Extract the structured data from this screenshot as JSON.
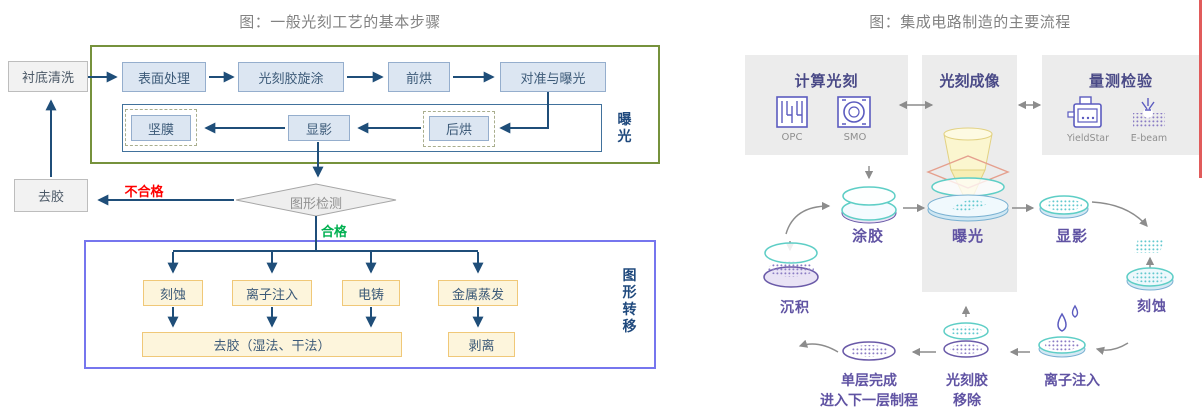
{
  "left": {
    "title": "图：一般光刻工艺的基本步骤",
    "boxes": {
      "substrate_clean": "衬底清洗",
      "surface_treat": "表面处理",
      "spin_coat": "光刻胶旋涂",
      "soft_bake": "前烘",
      "align_expose": "对准与曝光",
      "hard_bake": "坚膜",
      "develop": "显影",
      "post_bake": "后烘",
      "strip": "去胶",
      "inspect": "图形检测",
      "etch": "刻蚀",
      "ion_implant": "离子注入",
      "electroform": "电铸",
      "metal_evap": "金属蒸发",
      "strip_wet_dry": "去胶（湿法、干法）",
      "liftoff": "剥离"
    },
    "labels": {
      "fail": "不合格",
      "pass": "合格",
      "exposure_group": "曝光",
      "transfer_group": "图形转移"
    }
  },
  "right": {
    "title": "图：集成电路制造的主要流程",
    "panels": {
      "comp_litho": {
        "title": "计算光刻",
        "item1": "OPC",
        "item2": "SMO"
      },
      "litho_imaging": {
        "title": "光刻成像"
      },
      "metrology": {
        "title": "量测检验",
        "item1": "YieldStar",
        "item2": "E-beam"
      }
    },
    "steps": {
      "coat": "涂胶",
      "expose": "曝光",
      "develop": "显影",
      "deposit": "沉积",
      "etch": "刻蚀",
      "ion_implant": "离子注入",
      "resist_remove_line1": "光刻胶",
      "resist_remove_line2": "移除",
      "layer_done_line1": "单层完成",
      "layer_done_line2": "进入下一层制程"
    }
  },
  "colors": {
    "arrow_navy": "#1f4e79",
    "flow_box_fill": "#dce6f2",
    "flow_box_border": "#95aecd",
    "group_green_border": "#76923c",
    "group_purple_border": "#7676ee",
    "yellow_box_fill": "#fdf5dc",
    "yellow_box_border": "#f0c878",
    "fail_red": "#ff0000",
    "pass_green": "#00b050",
    "panel_gray": "#ececec",
    "panel_header_indigo": "#4a4a87",
    "step_label_purple": "#6053a3",
    "wafer_teal": "#5ecec6",
    "wafer_purple": "#6a5aa8"
  }
}
